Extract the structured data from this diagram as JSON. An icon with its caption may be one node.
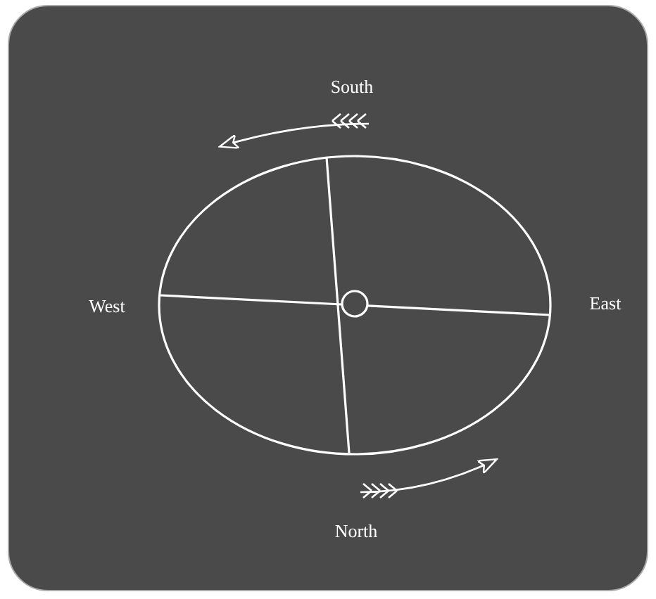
{
  "diagram": {
    "labels": [
      "South",
      "West",
      "East",
      "North"
    ]
  }
}
